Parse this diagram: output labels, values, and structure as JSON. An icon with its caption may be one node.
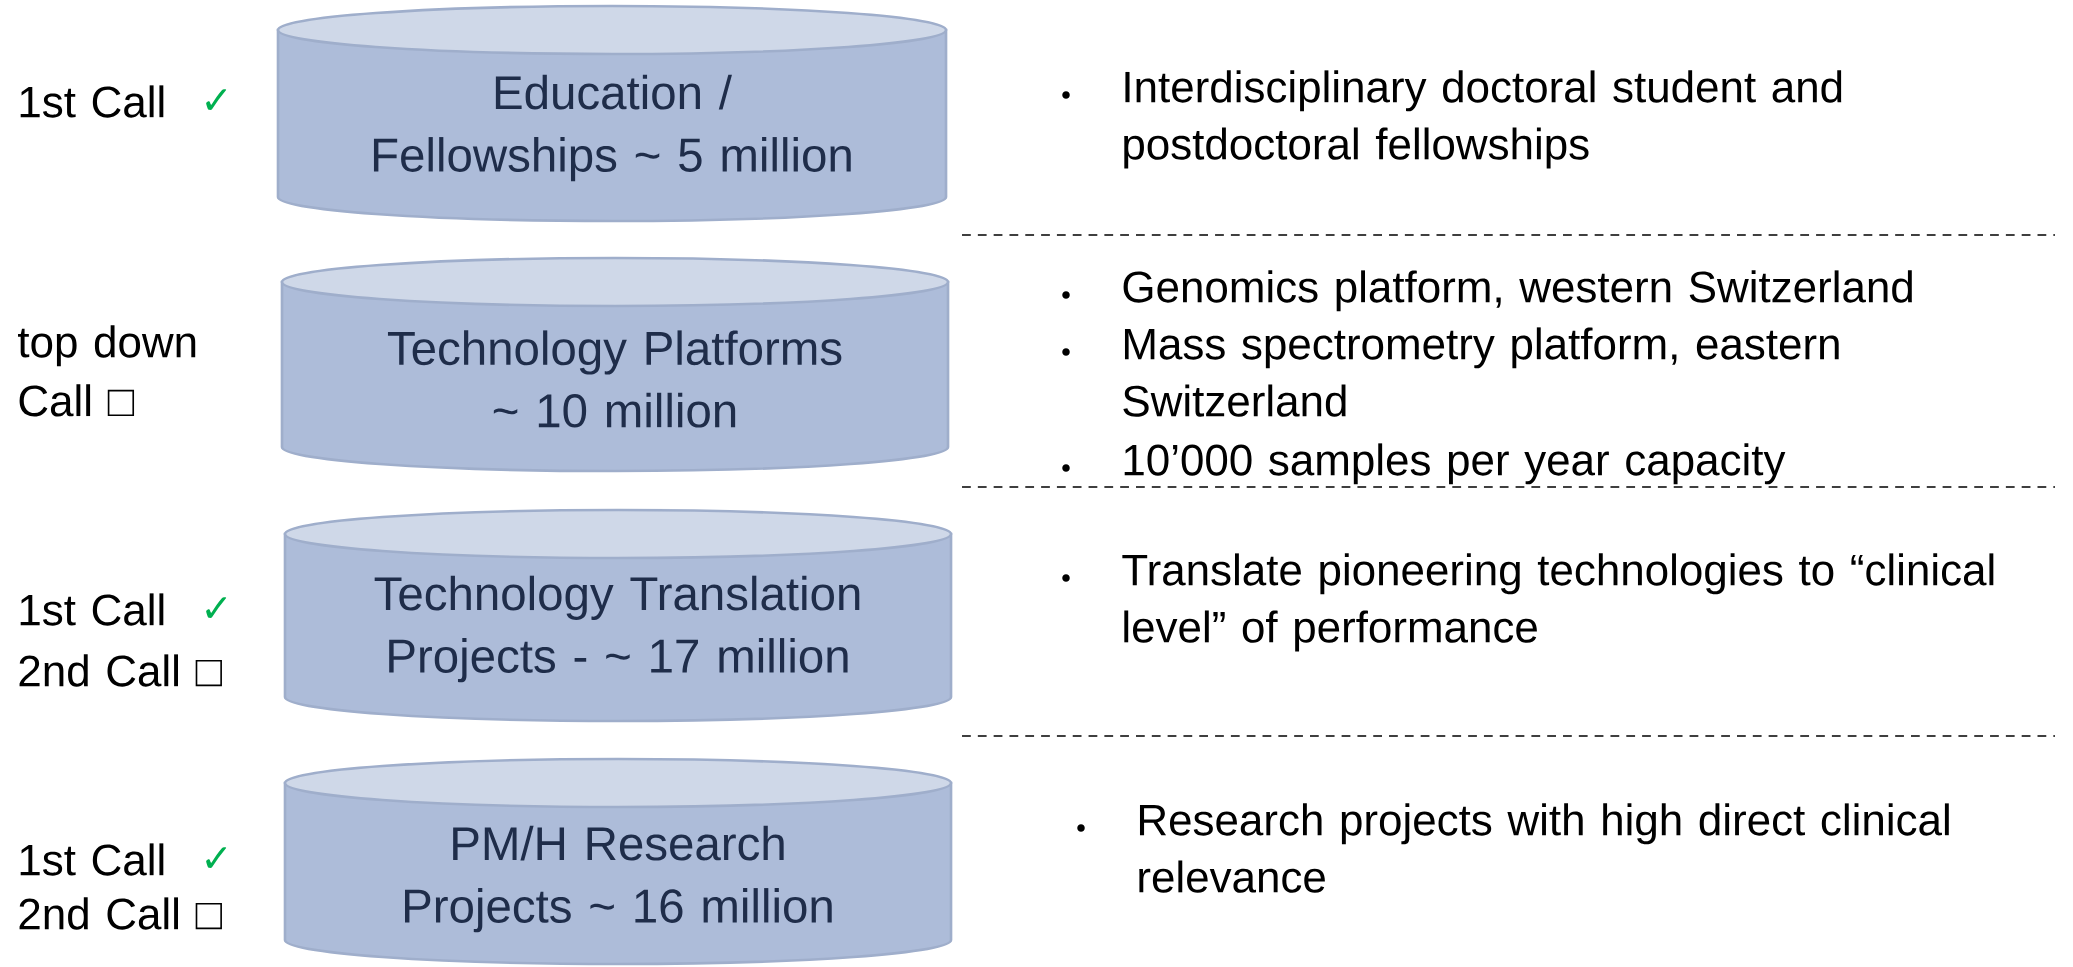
{
  "diagram": {
    "nodes": [
      {
        "text": [
          "Education / Fellowships ~ 5 million"
        ]
      },
      {
        "text": [
          "Technology Platforms ~ 10 million"
        ]
      },
      {
        "text": [
          "Technology Translation Projects - ~ 17 million"
        ]
      },
      {
        "text": [
          "PM/H Research Projects ~ 16 million"
        ]
      }
    ],
    "labels": [
      "1st  Call",
      "✓",
      "Interdisciplinary doctoral student and postdoctoral fellowships",
      "top down Call □",
      "Genomics platform, western Switzerland",
      "Mass spectrometry platform, eastern Switzerland",
      "10’000 samples per year capacity",
      "1st  Call",
      "✓",
      "Translate pioneering technologies to “clinical level” of performance",
      "2nd  Call □",
      "1st  Call",
      "✓",
      "2nd  Call □",
      "Research projects with high direct clinical relevance"
    ]
  }
}
